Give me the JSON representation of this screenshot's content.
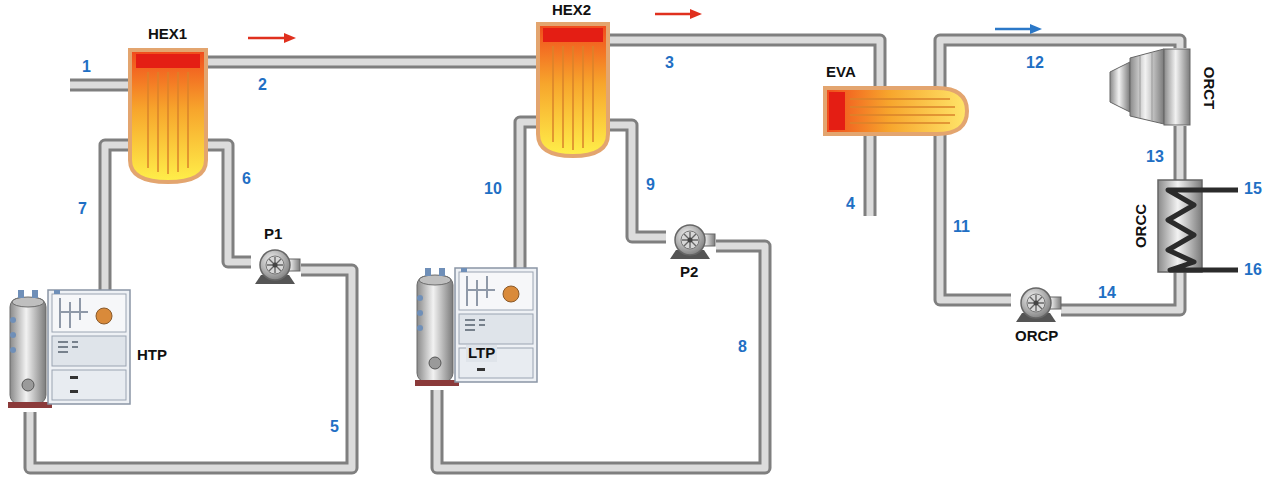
{
  "diagram": {
    "nodes": [
      {
        "text": [
          "HEX1"
        ]
      },
      {
        "text": [
          "HEX2"
        ]
      },
      {
        "text": [
          "EVA"
        ]
      },
      {
        "text": [
          "ORCT"
        ]
      },
      {
        "text": [
          "ORCC"
        ]
      },
      {
        "text": [
          "P1"
        ]
      },
      {
        "text": [
          "P2"
        ]
      },
      {
        "text": [
          "ORCP"
        ]
      },
      {
        "text": [
          "HTP"
        ]
      },
      {
        "text": [
          "LTP"
        ]
      }
    ],
    "edges": [
      {
        "from": 0,
        "to": 1,
        "arrow": "none"
      },
      {
        "from": 1,
        "to": 2,
        "arrow": "none"
      },
      {
        "from": 0,
        "to": 5,
        "arrow": "none"
      },
      {
        "from": 5,
        "to": 8,
        "arrow": "none"
      },
      {
        "from": 8,
        "to": 0,
        "arrow": "none"
      },
      {
        "from": 1,
        "to": 6,
        "arrow": "none"
      },
      {
        "from": 6,
        "to": 9,
        "arrow": "none"
      },
      {
        "from": 9,
        "to": 1,
        "arrow": "none"
      },
      {
        "from": 2,
        "to": 3,
        "arrow": "none"
      },
      {
        "from": 3,
        "to": 4,
        "arrow": "none"
      },
      {
        "from": 4,
        "to": 7,
        "arrow": "none"
      },
      {
        "from": 7,
        "to": 2,
        "arrow": "none"
      }
    ],
    "labels": [
      "1",
      "2",
      "3",
      "4",
      "5",
      "6",
      "7",
      "8",
      "9",
      "10",
      "11",
      "12",
      "13",
      "14",
      "15",
      "16"
    ]
  }
}
